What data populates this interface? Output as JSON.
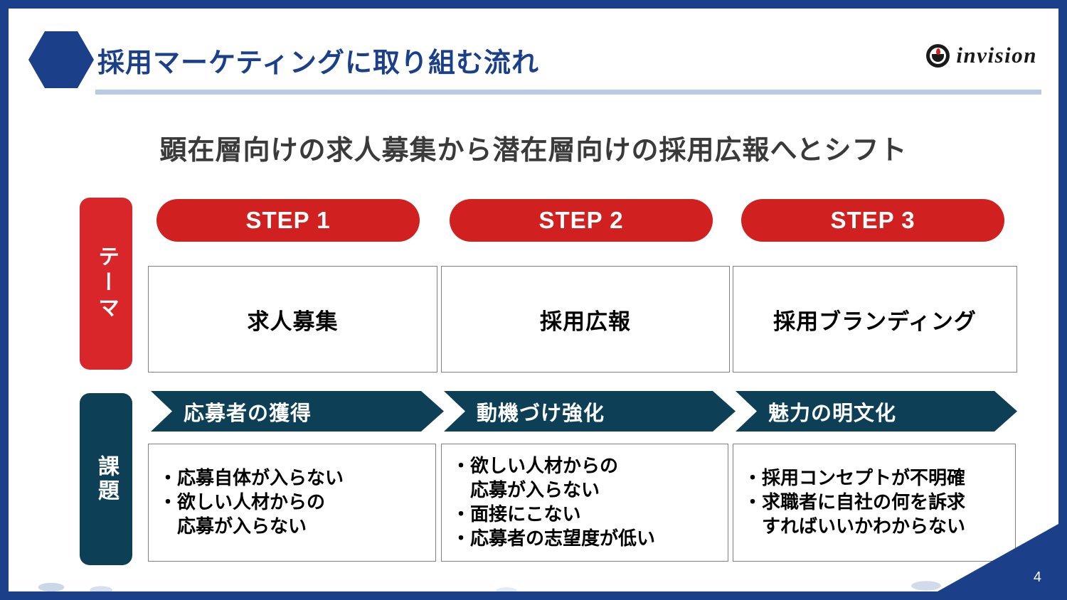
{
  "slide": {
    "page_number": "4",
    "title": "採用マーケティングに取り組む流れ",
    "subtitle": "顕在層向けの求人募集から潜在層向けの採用広報へとシフト",
    "logo_text": "invision"
  },
  "colors": {
    "frame_blue": "#1b4089",
    "accent_red": "#d0201f",
    "side_theme_red": "#d9262a",
    "navy": "#0d4057",
    "rule_gray_blue": "#b9cbe4",
    "box_border": "#808080",
    "subtitle_gray": "#3a3a3a"
  },
  "rows": {
    "theme_label": "テーマ",
    "issue_label": "課題"
  },
  "columns": [
    {
      "step": "STEP 1",
      "theme": "求人募集",
      "banner": "応募者の獲得",
      "issues": "・応募自体が入らない\n・欲しい人材からの\n　応募が入らない"
    },
    {
      "step": "STEP 2",
      "theme": "採用広報",
      "banner": "動機づけ強化",
      "issues": "・欲しい人材からの\n　応募が入らない\n・面接にこない\n・応募者の志望度が低い"
    },
    {
      "step": "STEP 3",
      "theme": "採用ブランディング",
      "banner": "魅力の明文化",
      "issues": "・採用コンセプトが不明確\n・求職者に自社の何を訴求\n　すればいいかわからない"
    }
  ]
}
